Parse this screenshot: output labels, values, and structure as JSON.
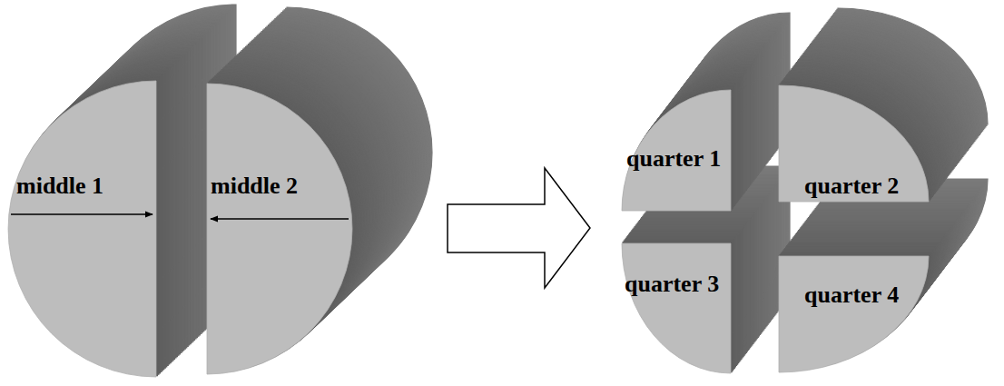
{
  "diagram": {
    "labels": [
      "middle 1",
      "middle 2",
      "quarter 1",
      "quarter 2",
      "quarter 3",
      "quarter 4"
    ]
  }
}
